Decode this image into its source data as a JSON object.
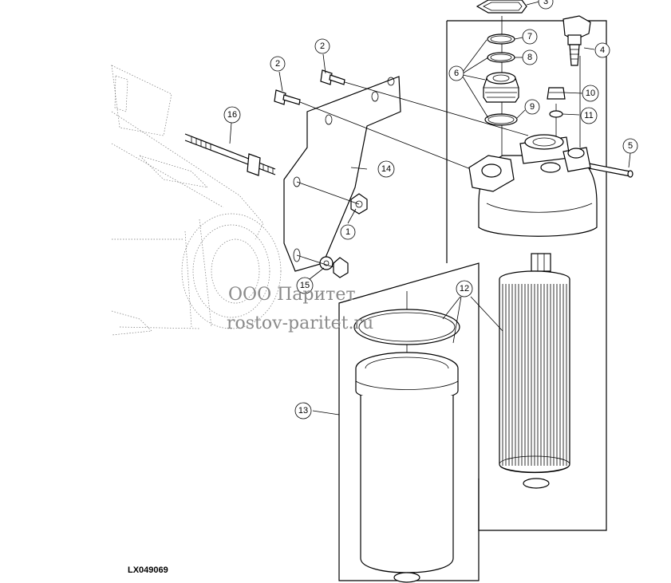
{
  "watermark": {
    "line1": "ООО Паритет",
    "line2": "rostov-paritet.ru"
  },
  "figure_code": "LX049069",
  "callouts": [
    {
      "id": "c1",
      "label": "1"
    },
    {
      "id": "c2a",
      "label": "2"
    },
    {
      "id": "c2b",
      "label": "2"
    },
    {
      "id": "c3",
      "label": "3"
    },
    {
      "id": "c4",
      "label": "4"
    },
    {
      "id": "c5",
      "label": "5"
    },
    {
      "id": "c6",
      "label": "6"
    },
    {
      "id": "c7",
      "label": "7"
    },
    {
      "id": "c8",
      "label": "8"
    },
    {
      "id": "c9",
      "label": "9"
    },
    {
      "id": "c10",
      "label": "10"
    },
    {
      "id": "c11",
      "label": "11"
    },
    {
      "id": "c12",
      "label": "12"
    },
    {
      "id": "c13",
      "label": "13"
    },
    {
      "id": "c14",
      "label": "14"
    },
    {
      "id": "c15",
      "label": "15"
    },
    {
      "id": "c16",
      "label": "16"
    }
  ]
}
